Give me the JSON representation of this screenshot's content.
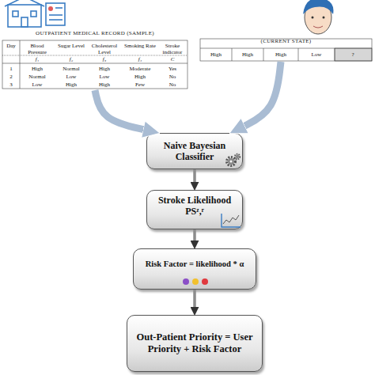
{
  "diagram": {
    "nodes": [
      {
        "text": [
          "OUTPATIENT MEDICAL RECORD (SAMPLE)"
        ]
      },
      {
        "text": [
          "(CURRENT STATE)"
        ]
      },
      {
        "text": [
          "Naive Bayesian Classifier"
        ]
      },
      {
        "text": [
          "Stroke Likelihood",
          "PSᶻ,ʳ"
        ]
      },
      {
        "text": [
          "Risk Factor = likelihood * α"
        ]
      },
      {
        "text": [
          "Out-Patient Priority = User Priority + Risk Factor"
        ]
      }
    ],
    "edges": [
      {
        "from": 0,
        "to": 2,
        "arrow": "to"
      },
      {
        "from": 1,
        "to": 2,
        "arrow": "to"
      },
      {
        "from": 2,
        "to": 3,
        "arrow": "to"
      },
      {
        "from": 3,
        "to": 4,
        "arrow": "to"
      },
      {
        "from": 4,
        "to": 5,
        "arrow": "to"
      }
    ],
    "labels": [
      "Day",
      "Blood Pressure",
      "Sugar Level",
      "Cholesterol Level",
      "Smoking Rate",
      "Stroke indicator",
      "f₁",
      "f₂",
      "f₃",
      "f₄",
      "C",
      "1",
      "High",
      "Normal",
      "High",
      "Moderate",
      "Yes",
      "2",
      "Normal",
      "Low",
      "Low",
      "High",
      "No",
      "3",
      "Low",
      "High",
      "High",
      "Few",
      "No",
      "High",
      "High",
      "High",
      "Low",
      "?"
    ]
  }
}
